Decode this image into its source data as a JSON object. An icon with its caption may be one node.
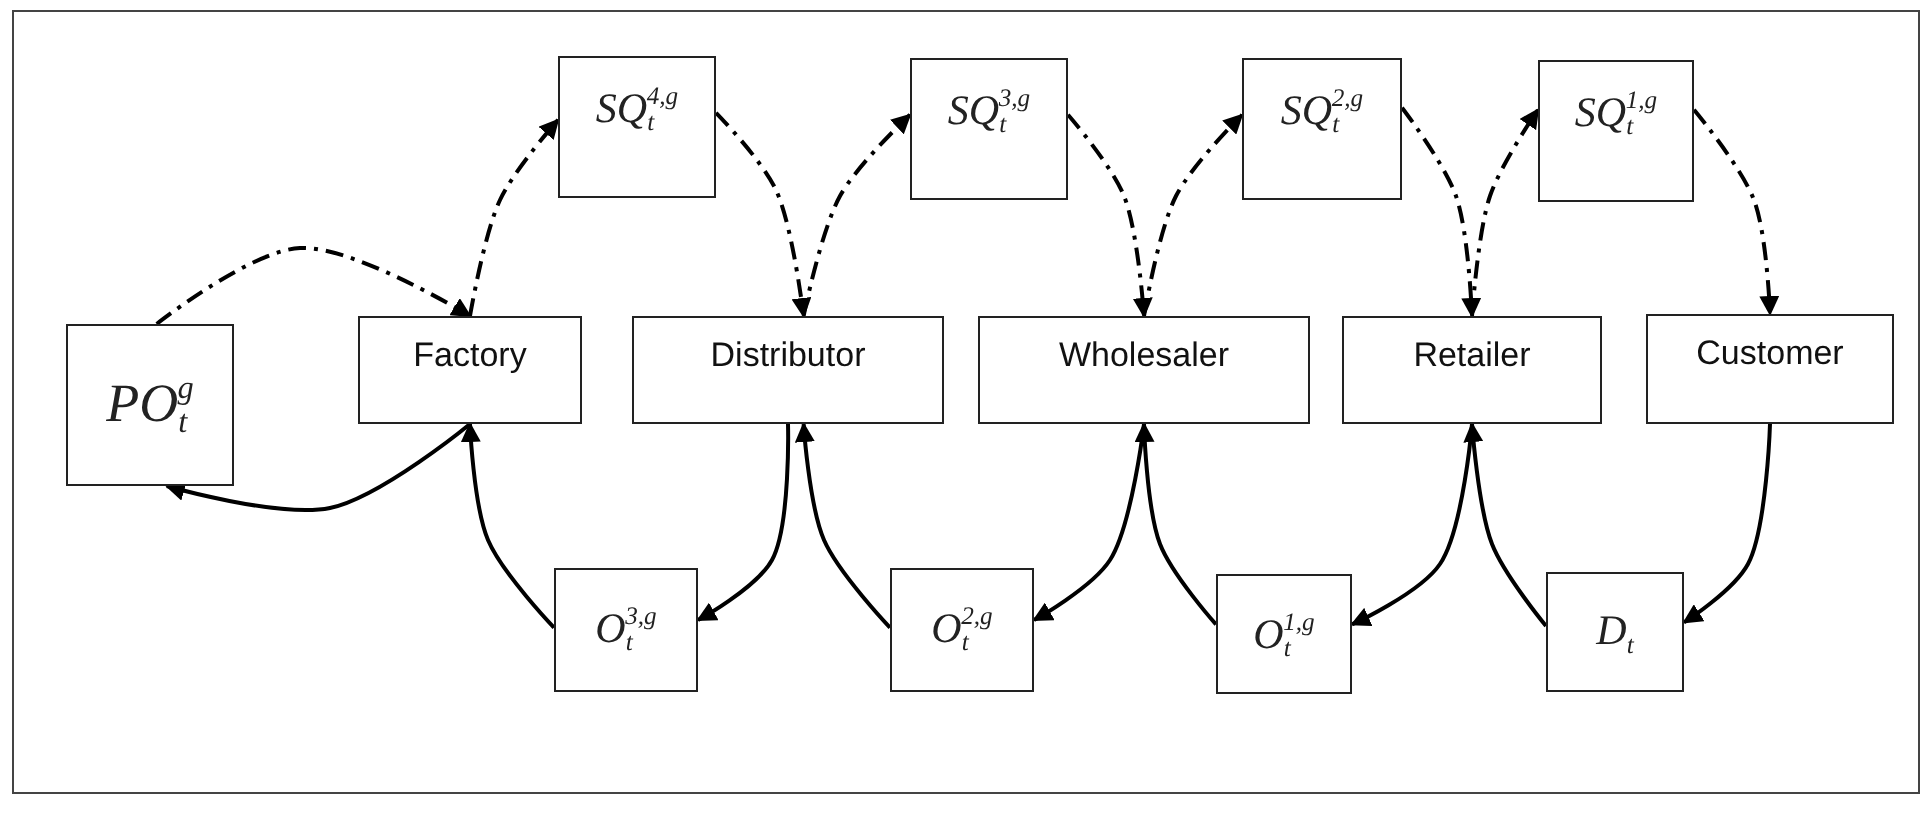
{
  "diagram": {
    "nodes": [
      {
        "text": [
          "SQ$_{t}$$^{4,g}$"
        ]
      },
      {
        "text": [
          "SQ$_{t}$$^{3,g}$"
        ]
      },
      {
        "text": [
          "SQ$_{t}$$^{2,g}$"
        ]
      },
      {
        "text": [
          "SQ$_{t}$$^{1,g}$"
        ]
      },
      {
        "text": [
          "PO$_{t}$$^{g}$"
        ]
      },
      {
        "text": [
          "Factory"
        ]
      },
      {
        "text": [
          "Distributor"
        ]
      },
      {
        "text": [
          "Wholesaler"
        ]
      },
      {
        "text": [
          "Retailer"
        ]
      },
      {
        "text": [
          "Customer"
        ]
      },
      {
        "text": [
          "O$_{t}$$^{3,g}$"
        ]
      },
      {
        "text": [
          "O$_{t}$$^{2,g}$"
        ]
      },
      {
        "text": [
          "O$_{t}$$^{1,g}$"
        ]
      },
      {
        "text": [
          "D$_{t}$"
        ]
      }
    ],
    "edges": [
      {
        "from": 4,
        "to": 5,
        "arrow": "to",
        "style": "dashed"
      },
      {
        "from": 5,
        "to": 4,
        "arrow": "to"
      },
      {
        "from": 5,
        "to": 0,
        "arrow": "to",
        "style": "dashed"
      },
      {
        "from": 0,
        "to": 6,
        "arrow": "to",
        "style": "dashed"
      },
      {
        "from": 6,
        "to": 1,
        "arrow": "to",
        "style": "dashed"
      },
      {
        "from": 1,
        "to": 7,
        "arrow": "to",
        "style": "dashed"
      },
      {
        "from": 7,
        "to": 2,
        "arrow": "to",
        "style": "dashed"
      },
      {
        "from": 2,
        "to": 8,
        "arrow": "to",
        "style": "dashed"
      },
      {
        "from": 8,
        "to": 3,
        "arrow": "to",
        "style": "dashed"
      },
      {
        "from": 3,
        "to": 9,
        "arrow": "to",
        "style": "dashed"
      },
      {
        "from": 10,
        "to": 5,
        "arrow": "to"
      },
      {
        "from": 6,
        "to": 10,
        "arrow": "to"
      },
      {
        "from": 11,
        "to": 6,
        "arrow": "to"
      },
      {
        "from": 7,
        "to": 11,
        "arrow": "to"
      },
      {
        "from": 12,
        "to": 7,
        "arrow": "to"
      },
      {
        "from": 8,
        "to": 12,
        "arrow": "to"
      },
      {
        "from": 13,
        "to": 8,
        "arrow": "to"
      },
      {
        "from": 9,
        "to": 13,
        "arrow": "to"
      }
    ]
  }
}
